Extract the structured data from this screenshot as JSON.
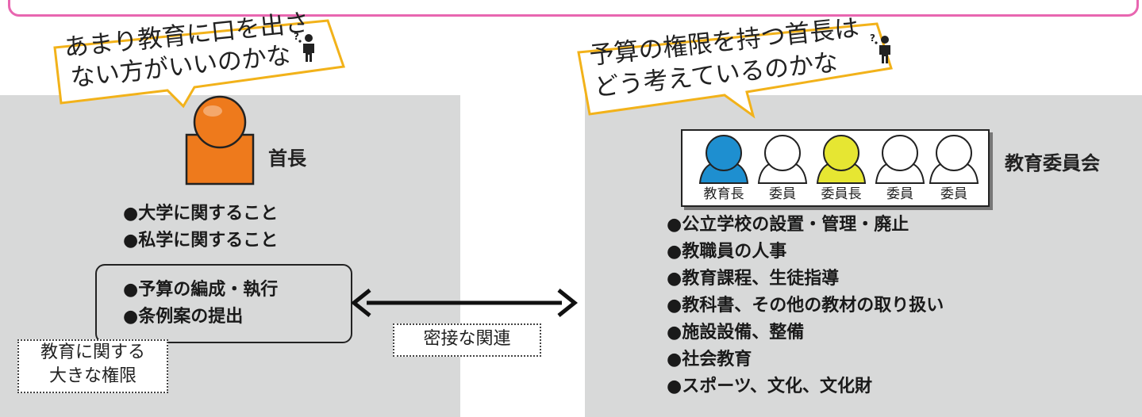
{
  "left_callout": {
    "line1": "あまり教育に口を出さ",
    "line2": "ない方がいいのかな"
  },
  "right_callout": {
    "line1": "予算の権限を持つ首長は",
    "line2": "どう考えているのかな"
  },
  "mayor": {
    "label": "首長",
    "color": "#ee7a1c",
    "duties": [
      "大学に関すること",
      "私学に関すること"
    ],
    "powers": [
      "予算の編成・執行",
      "条例案の提出"
    ],
    "power_tag_line1": "教育に関する",
    "power_tag_line2": "大きな権限"
  },
  "relation": {
    "label": "密接な関連"
  },
  "board": {
    "label": "教育委員会",
    "members": [
      {
        "role": "教育長",
        "color": "#1e8fd0"
      },
      {
        "role": "委員",
        "color": "#ffffff"
      },
      {
        "role": "委員長",
        "color": "#e6e632"
      },
      {
        "role": "委員",
        "color": "#ffffff"
      },
      {
        "role": "委員",
        "color": "#ffffff"
      }
    ],
    "duties": [
      "公立学校の設置・管理・廃止",
      "教職員の人事",
      "教育課程、生徒指導",
      "教科書、その他の教材の取り扱い",
      "施設設備、整備",
      "社会教育",
      "スポーツ、文化、文化財"
    ]
  },
  "icons": {
    "thinking_person": "thinking-person-icon",
    "accent": "#e866b0",
    "panel": "#d8d9d9"
  }
}
